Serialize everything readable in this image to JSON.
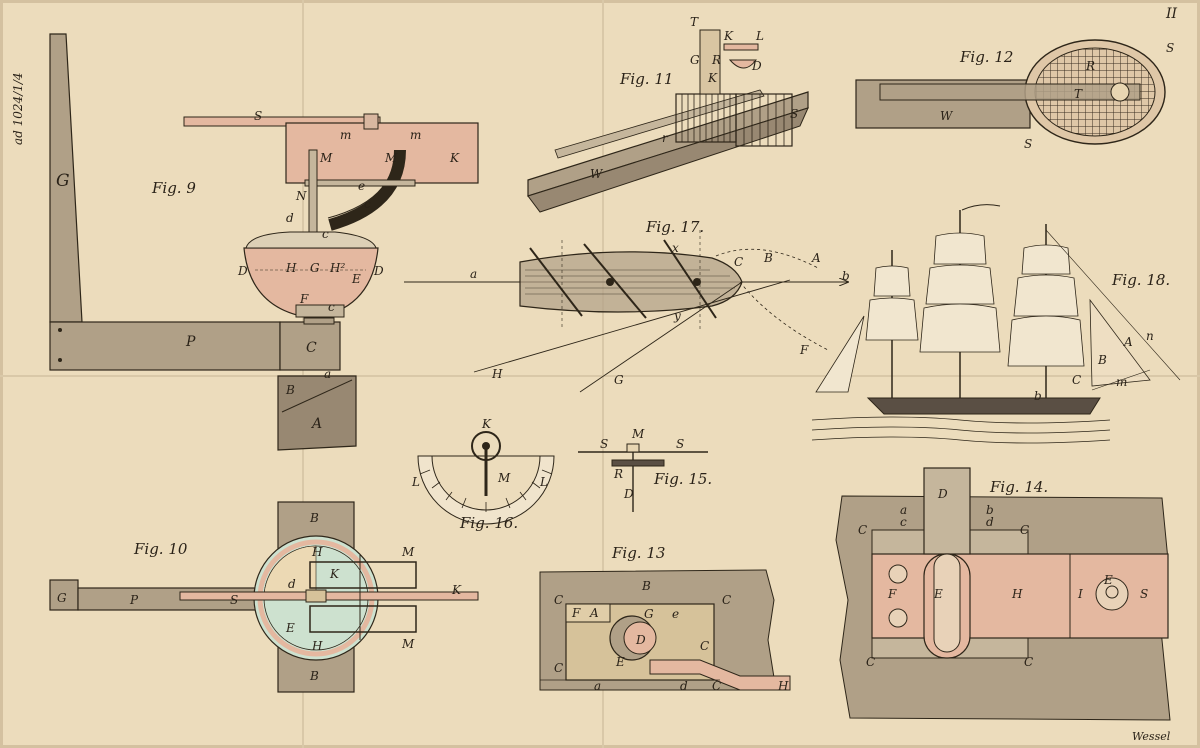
{
  "plate": {
    "number": "II",
    "margin_note": "ad 1024/1/4",
    "engraver": "Wessel",
    "colors": {
      "paper": "#ecdcbc",
      "pink": "#e4b8a0",
      "brown": "#b0a087",
      "dark_brown": "#988872",
      "green_tint": "#cde1cf",
      "ink": "#2e2619"
    }
  },
  "figures": {
    "fig9": {
      "title": "Fig. 9",
      "labels": {
        "S": "S",
        "m1": "m",
        "m2": "m",
        "M1": "M",
        "M2": "M",
        "K": "K",
        "G": "G",
        "N": "N",
        "e": "e",
        "c1": "c",
        "d": "d",
        "c2": "c",
        "H": "H",
        "G2": "G",
        "H2": "H²",
        "D1": "D",
        "D2": "D",
        "E": "E",
        "F": "F",
        "c3": "c",
        "P": "P",
        "C": "C",
        "B": "B",
        "a": "a",
        "A": "A"
      }
    },
    "fig10": {
      "title": "Fig. 10",
      "labels": {
        "B1": "B",
        "G": "G",
        "P": "P",
        "S": "S",
        "H1": "H",
        "K1": "K",
        "d": "d",
        "M1": "M",
        "K2": "K",
        "E": "E",
        "H2": "H",
        "M2": "M",
        "B2": "B"
      }
    },
    "fig11": {
      "title": "Fig. 11",
      "labels": {
        "T": "T",
        "K1": "K",
        "L": "L",
        "G": "G",
        "R": "R",
        "K2": "K",
        "D": "D",
        "S": "S",
        "r": "r",
        "W": "W"
      }
    },
    "fig12": {
      "title": "Fig. 12",
      "labels": {
        "S1": "S",
        "R": "R",
        "T": "T",
        "W": "W",
        "S2": "S"
      }
    },
    "fig13": {
      "title": "Fig. 13",
      "labels": {
        "B": "B",
        "C1": "C",
        "C2": "C",
        "F": "F",
        "A": "A",
        "G": "G",
        "e": "e",
        "D": "D",
        "E": "E",
        "C3": "C",
        "C4": "C",
        "a": "a",
        "d": "d",
        "C5": "C",
        "H": "H"
      }
    },
    "fig14": {
      "title": "Fig. 14.",
      "labels": {
        "D": "D",
        "a": "a",
        "b": "b",
        "C1": "C",
        "c": "c",
        "d": "d",
        "C2": "C",
        "F": "F",
        "E": "E",
        "H": "H",
        "I": "I",
        "E2": "E",
        "S": "S",
        "C3": "C",
        "C4": "C"
      }
    },
    "fig15": {
      "title": "Fig. 15.",
      "labels": {
        "S1": "S",
        "M": "M",
        "S2": "S",
        "R": "R",
        "D": "D"
      }
    },
    "fig16": {
      "title": "Fig. 16.",
      "labels": {
        "K": "K",
        "L1": "L",
        "M": "M",
        "L2": "L"
      }
    },
    "fig17": {
      "title": "Fig. 17.",
      "labels": {
        "x": "x",
        "C": "C",
        "B": "B",
        "A": "A",
        "a": "a",
        "b": "b",
        "y": "y",
        "H": "H",
        "G": "G",
        "F": "F"
      }
    },
    "fig18": {
      "title": "Fig. 18.",
      "labels": {
        "A": "A",
        "n": "n",
        "B": "B",
        "C": "C",
        "m": "m",
        "b": "b"
      }
    }
  }
}
